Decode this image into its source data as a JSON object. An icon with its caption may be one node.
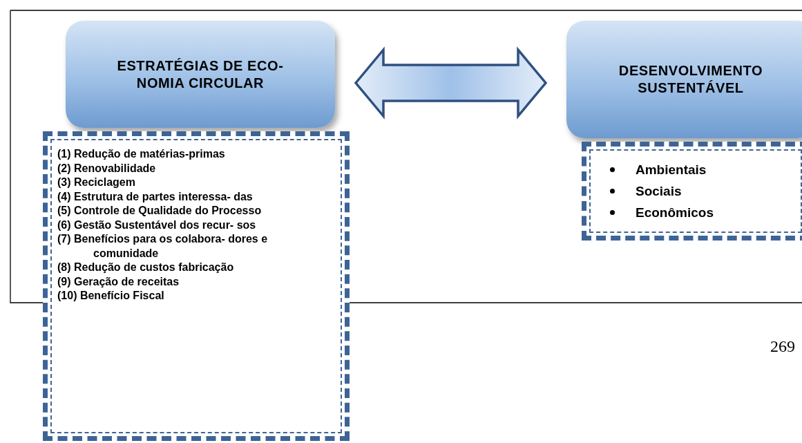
{
  "diagram": {
    "nodes": [
      {
        "text": [
          "ESTRATÉGIAS DE ECO- NOMIA CIRCULAR"
        ]
      },
      {
        "text": [
          "(1) Redução de matérias-primas",
          "(2) Renovabilidade",
          "(3) Reciclagem",
          "(4) Estrutura de partes interessa- das",
          "(5) Controle de Qualidade do Processo",
          "(6) Gestão Sustentável dos recur- sos",
          "(7) Benefícios para os colabora- dores e comunidade",
          "(8) Redução de custos fabricação",
          "(9) Geração de receitas",
          "(10) Benefício Fiscal"
        ]
      },
      {
        "text": [
          "DESENVOLVIMENTO SUSTENTÁVEL"
        ]
      },
      {
        "text": [
          "Ambientais",
          "Sociais",
          "Econômicos"
        ]
      }
    ],
    "edges": [
      {
        "from": 0,
        "to": 2,
        "arrow": "both"
      }
    ],
    "labels": [
      "269"
    ]
  }
}
